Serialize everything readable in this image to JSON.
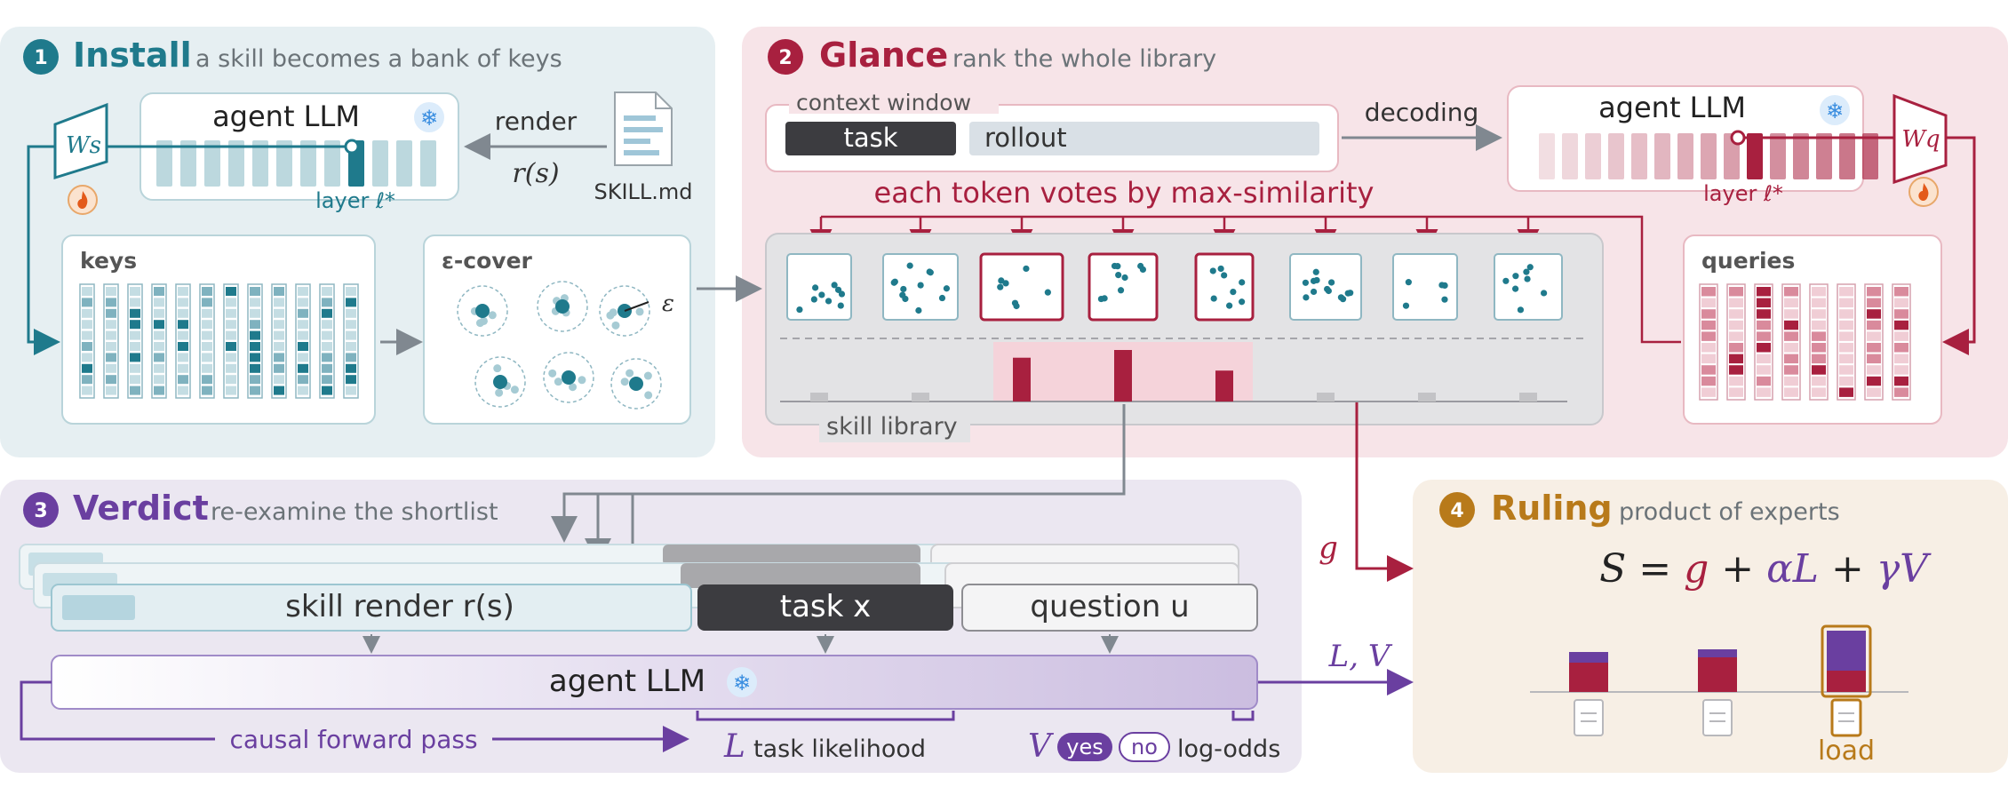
{
  "panels": {
    "install": {
      "num": "1",
      "title": "Install",
      "subtitle": "a skill becomes a bank of keys"
    },
    "glance": {
      "num": "2",
      "title": "Glance",
      "subtitle": "rank the whole library"
    },
    "verdict": {
      "num": "3",
      "title": "Verdict",
      "subtitle": "re-examine the shortlist"
    },
    "ruling": {
      "num": "4",
      "title": "Ruling",
      "subtitle": "product of experts"
    }
  },
  "install": {
    "agent_llm": "agent LLM",
    "layer_label": "layer ℓ*",
    "ws_label": "Ws",
    "render_label": "render",
    "r_s": "r(s)",
    "file_label": "SKILL.md",
    "keys_label": "keys",
    "cover_label": "ε-cover",
    "epsilon": "ε"
  },
  "glance": {
    "context_window": "context window",
    "task": "task",
    "rollout": "rollout",
    "decoding": "decoding",
    "agent_llm": "agent LLM",
    "layer_label": "layer ℓ*",
    "wq_label": "Wq",
    "votes_label": "each token votes by max-similarity",
    "queries_label": "queries",
    "skill_library": "skill library",
    "library_scores": [
      0.1,
      0.15,
      0.85,
      1.0,
      0.6,
      0.17,
      0.09,
      0.12
    ]
  },
  "verdict": {
    "skill_render": "skill render r(s)",
    "task_x": "task x",
    "question_u": "question u",
    "agent_llm": "agent LLM",
    "causal": "causal forward pass",
    "L_label": "L",
    "task_likelihood": "task likelihood",
    "V_label": "V",
    "yes": "yes",
    "no": "no",
    "log_odds": "log-odds"
  },
  "ruling": {
    "formula": {
      "S": "S",
      "eq": " = ",
      "g": "g",
      "plus1": " + ",
      "aL": "αL",
      "plus2": " + ",
      "gV": "γV"
    },
    "load": "load",
    "bars": [
      {
        "red": 0.55,
        "purple": 0.2
      },
      {
        "red": 0.65,
        "purple": 0.15
      },
      {
        "red": 0.4,
        "purple": 0.75
      }
    ]
  },
  "flow_labels": {
    "g": "g",
    "LV": "L, V"
  },
  "colors": {
    "teal": "#1f7a8c",
    "crimson": "#a8203f",
    "purple": "#6a3fa0",
    "gold": "#b87a1a",
    "install_bg": "#e8f0f2",
    "glance_bg": "#f8e6e9",
    "verdict_bg": "#ece9f2",
    "ruling_bg": "#f8f0e6"
  }
}
